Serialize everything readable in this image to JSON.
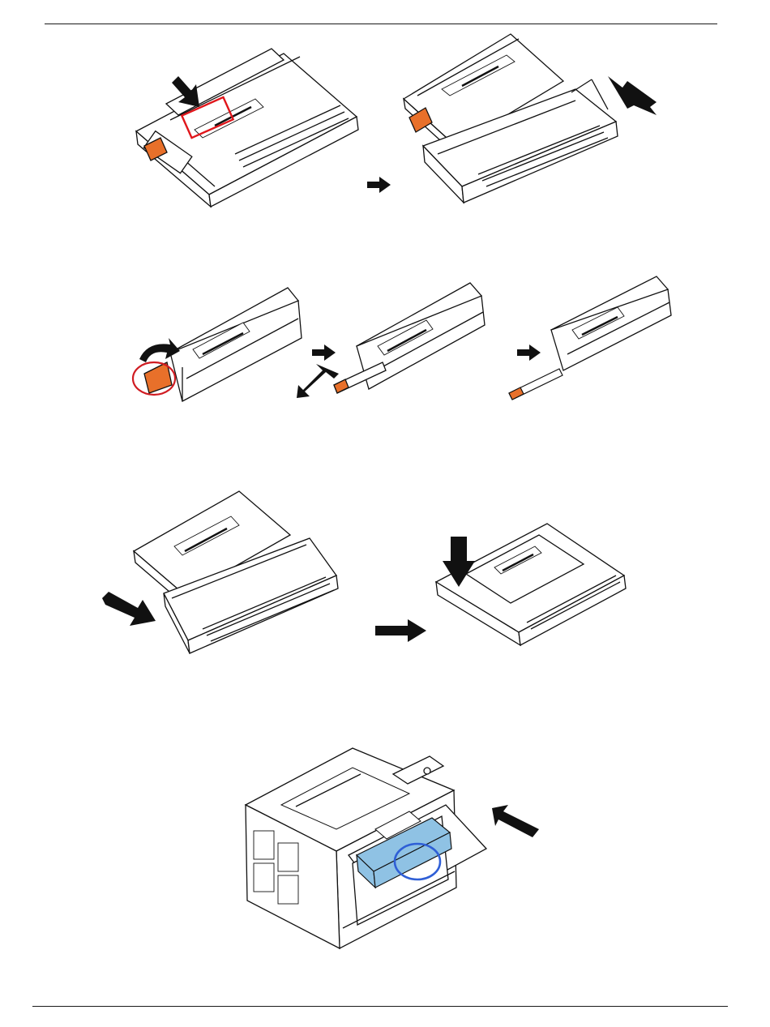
{
  "page": {
    "background": "#ffffff",
    "rule_color": "#1a1a1a"
  },
  "colors": {
    "line": "#111111",
    "highlight_box": "#e0161b",
    "highlight_circle_red": "#d01c22",
    "highlight_circle_blue": "#2f5fd6",
    "seal_tab": "#e8702a",
    "cartridge_fill": "#8fc2e4"
  },
  "steps": [
    {
      "id": "step-1",
      "icons": [
        "push-arrow-icon",
        "next-step-arrow-icon",
        "insert-arrow-icon"
      ]
    },
    {
      "id": "step-2",
      "icons": [
        "curved-arrow-icon",
        "next-step-arrow-icon",
        "pull-arrow-icon",
        "next-step-arrow-icon"
      ]
    },
    {
      "id": "step-3",
      "icons": [
        "insert-arrow-icon",
        "next-step-arrow-icon",
        "press-down-arrow-icon"
      ]
    },
    {
      "id": "step-4",
      "icons": [
        "insert-arrow-icon"
      ]
    }
  ]
}
